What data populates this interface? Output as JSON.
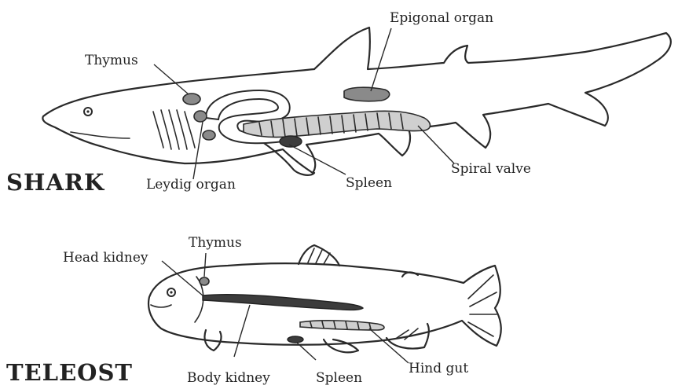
{
  "shark": {
    "title": "SHARK",
    "labels": {
      "thymus": "Thymus",
      "epigonal_organ": "Epigonal organ",
      "leydig_organ": "Leydig organ",
      "spleen": "Spleen",
      "spiral_valve": "Spiral valve"
    }
  },
  "teleost": {
    "title": "TELEOST",
    "labels": {
      "head_kidney": "Head kidney",
      "thymus": "Thymus",
      "body_kidney": "Body kidney",
      "spleen": "Spleen",
      "hind_gut": "Hind gut"
    }
  },
  "colors": {
    "ink": "#2a2a2a",
    "organ_dark": "#3c3c3c",
    "organ_mid": "#8a8a8a",
    "organ_light": "#cfcfcf"
  }
}
